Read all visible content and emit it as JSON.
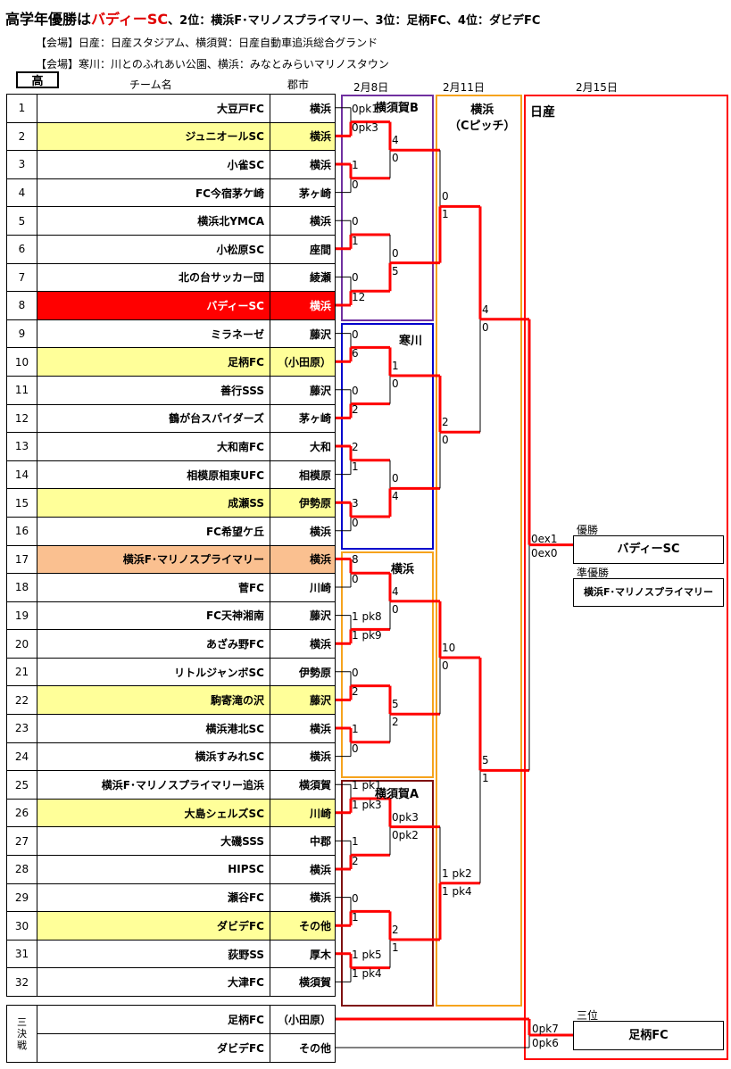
{
  "title": {
    "prefix": "高学年優勝は",
    "champion": "バディーSC",
    "rest": "、2位：横浜F･マリノスプライマリー、3位：足柄FC、4位：ダビデFC"
  },
  "venues": {
    "line1": "【会場】日産：日産スタジアム、横須賀：日産自動車追浜総合グランド",
    "line2": "【会場】寒川：川とのふれあい公園、横浜：みなとみらいマリノスタウン"
  },
  "grade": "高",
  "headers": {
    "team": "チーム名",
    "city": "郡市",
    "d1": "2月8日",
    "d2": "2月11日",
    "d3": "2月15日"
  },
  "blocks": {
    "yokosukaB": "横須賀B",
    "samukawa": "寒川",
    "yokohama": "横浜",
    "yokosukaA": "横須賀A",
    "yokohamaC": "横浜\n（Cピッチ）",
    "nissan": "日産"
  },
  "teams": [
    {
      "no": "1",
      "name": "大豆戸FC",
      "city": "横浜",
      "hl": ""
    },
    {
      "no": "2",
      "name": "ジュニオールSC",
      "city": "横浜",
      "hl": "yellow"
    },
    {
      "no": "3",
      "name": "小雀SC",
      "city": "横浜",
      "hl": ""
    },
    {
      "no": "4",
      "name": "FC今宿茅ケ崎",
      "city": "茅ヶ崎",
      "hl": ""
    },
    {
      "no": "5",
      "name": "横浜北YMCA",
      "city": "横浜",
      "hl": ""
    },
    {
      "no": "6",
      "name": "小松原SC",
      "city": "座間",
      "hl": ""
    },
    {
      "no": "7",
      "name": "北の台サッカー団",
      "city": "綾瀬",
      "hl": ""
    },
    {
      "no": "8",
      "name": "バディーSC",
      "city": "横浜",
      "hl": "red"
    },
    {
      "no": "9",
      "name": "ミラネーゼ",
      "city": "藤沢",
      "hl": ""
    },
    {
      "no": "10",
      "name": "足柄FC",
      "city": "（小田原）",
      "hl": "yellow"
    },
    {
      "no": "11",
      "name": "善行SSS",
      "city": "藤沢",
      "hl": ""
    },
    {
      "no": "12",
      "name": "鶴が台スパイダーズ",
      "city": "茅ヶ崎",
      "hl": ""
    },
    {
      "no": "13",
      "name": "大和南FC",
      "city": "大和",
      "hl": ""
    },
    {
      "no": "14",
      "name": "相模原相東UFC",
      "city": "相模原",
      "hl": ""
    },
    {
      "no": "15",
      "name": "成瀬SS",
      "city": "伊勢原",
      "hl": "yellow"
    },
    {
      "no": "16",
      "name": "FC希望ケ丘",
      "city": "横浜",
      "hl": ""
    },
    {
      "no": "17",
      "name": "横浜F･マリノスプライマリー",
      "city": "横浜",
      "hl": "orange"
    },
    {
      "no": "18",
      "name": "菅FC",
      "city": "川崎",
      "hl": ""
    },
    {
      "no": "19",
      "name": "FC天神湘南",
      "city": "藤沢",
      "hl": ""
    },
    {
      "no": "20",
      "name": "あざみ野FC",
      "city": "横浜",
      "hl": ""
    },
    {
      "no": "21",
      "name": "リトルジャンボSC",
      "city": "伊勢原",
      "hl": ""
    },
    {
      "no": "22",
      "name": "駒寄滝の沢",
      "city": "藤沢",
      "hl": "yellow"
    },
    {
      "no": "23",
      "name": "横浜港北SC",
      "city": "横浜",
      "hl": ""
    },
    {
      "no": "24",
      "name": "横浜すみれSC",
      "city": "横浜",
      "hl": ""
    },
    {
      "no": "25",
      "name": "横浜F･マリノスプライマリー追浜",
      "city": "横須賀",
      "hl": ""
    },
    {
      "no": "26",
      "name": "大島シェルズSC",
      "city": "川崎",
      "hl": "yellow"
    },
    {
      "no": "27",
      "name": "大磯SSS",
      "city": "中郡",
      "hl": ""
    },
    {
      "no": "28",
      "name": "HIPSC",
      "city": "横浜",
      "hl": ""
    },
    {
      "no": "29",
      "name": "瀬谷FC",
      "city": "横浜",
      "hl": ""
    },
    {
      "no": "30",
      "name": "ダビデFC",
      "city": "その他",
      "hl": "yellow"
    },
    {
      "no": "31",
      "name": "荻野SS",
      "city": "厚木",
      "hl": ""
    },
    {
      "no": "32",
      "name": "大津FC",
      "city": "横須賀",
      "hl": ""
    }
  ],
  "third_place": {
    "label": "三\n決\n戦",
    "teams": [
      {
        "name": "足柄FC",
        "city": "（小田原）"
      },
      {
        "name": "ダビデFC",
        "city": "その他"
      }
    ]
  },
  "r1_scores": [
    [
      "0pk1",
      "0pk3"
    ],
    [
      "1",
      "0"
    ],
    [
      "0",
      "1"
    ],
    [
      "0",
      "12"
    ],
    [
      "0",
      "6"
    ],
    [
      "0",
      "2"
    ],
    [
      "2",
      "1"
    ],
    [
      "3",
      "0"
    ],
    [
      "8",
      "0"
    ],
    [
      "1 pk8",
      "1 pk9"
    ],
    [
      "0",
      "2"
    ],
    [
      "1",
      "0"
    ],
    [
      "1 pk1",
      "1 pk3"
    ],
    [
      "1",
      "2"
    ],
    [
      "0",
      "1"
    ],
    [
      "1 pk5",
      "1 pk4"
    ]
  ],
  "r2_scores": [
    [
      "4",
      "0"
    ],
    [
      "0",
      "5"
    ],
    [
      "1",
      "0"
    ],
    [
      "0",
      "4"
    ],
    [
      "4",
      "0"
    ],
    [
      "5",
      "2"
    ],
    [
      "0pk3",
      "0pk2"
    ],
    [
      "2",
      "1"
    ]
  ],
  "r3_scores": [
    [
      "0",
      "1"
    ],
    [
      "2",
      "0"
    ],
    [
      "10",
      "0"
    ],
    [
      "1 pk2",
      "1 pk4"
    ]
  ],
  "r4_scores": [
    [
      "4",
      "0"
    ],
    [
      "5",
      "1"
    ]
  ],
  "final_scores": [
    "0ex1",
    "0ex0"
  ],
  "third_scores": [
    "0pk7",
    "0pk6"
  ],
  "results": {
    "winner_label": "優勝",
    "winner": "バディーSC",
    "runner_label": "準優勝",
    "runner": "横浜F･マリノスプライマリー",
    "third_label": "三位",
    "third": "足柄FC"
  },
  "colors": {
    "win": "#ff0000",
    "yellow": "#ffff99",
    "orange_row": "#fac090",
    "purple": "#7030a0",
    "blue": "#0000cc",
    "orange_box": "#f6a31c",
    "brown": "#7f1010",
    "nissan": "#ff0000"
  }
}
